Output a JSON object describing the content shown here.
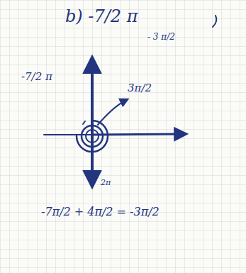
{
  "diagram": {
    "labels": [
      "b) -7/2 π",
      "- 3 π/2",
      "-7/2 π",
      "3π/2",
      "2π",
      "-7π/2 + 4π/2 = -3π/2"
    ]
  }
}
